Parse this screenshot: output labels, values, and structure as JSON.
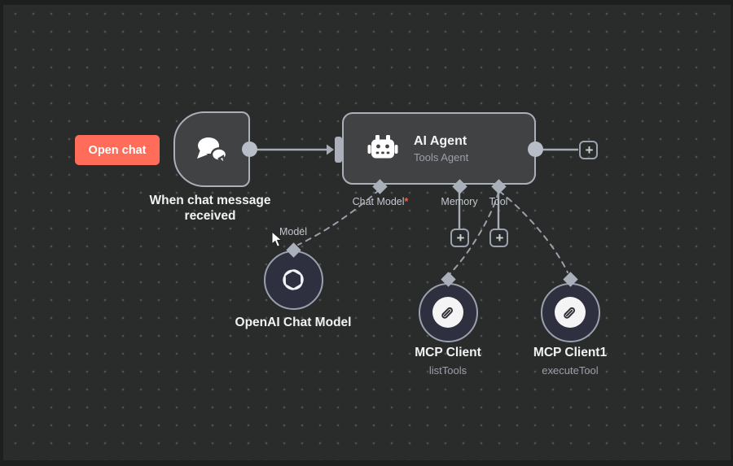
{
  "glyphs": {
    "plus": "+"
  },
  "colors": {
    "canvas_bg": "#2a2b2b",
    "grid_dot": "#4f5050",
    "node_fill": "#414244",
    "node_border": "#a9b0ba",
    "subnode_fill": "#2e3040",
    "edge": "#a6adb7",
    "accent": "#ff6d5a",
    "required_asterisk": "#ff5a4a",
    "text_primary": "#f1f2f3",
    "text_secondary": "#9aa0a8"
  },
  "toolbar": {
    "open_chat_label": "Open chat"
  },
  "nodes": {
    "chat_trigger": {
      "name_line1": "When chat message",
      "name_line2": "received"
    },
    "ai_agent": {
      "title": "AI Agent",
      "subtitle": "Tools Agent",
      "ports": {
        "chat_model": {
          "label": "Chat Model",
          "required_mark": "*"
        },
        "memory": {
          "label": "Memory"
        },
        "tool": {
          "label": "Tool"
        }
      }
    },
    "openai_chat_model": {
      "name": "OpenAI Chat Model",
      "input_label": "Model"
    },
    "mcp_client": {
      "name": "MCP Client",
      "operation": "listTools"
    },
    "mcp_client1": {
      "name": "MCP Client1",
      "operation": "executeTool"
    }
  }
}
